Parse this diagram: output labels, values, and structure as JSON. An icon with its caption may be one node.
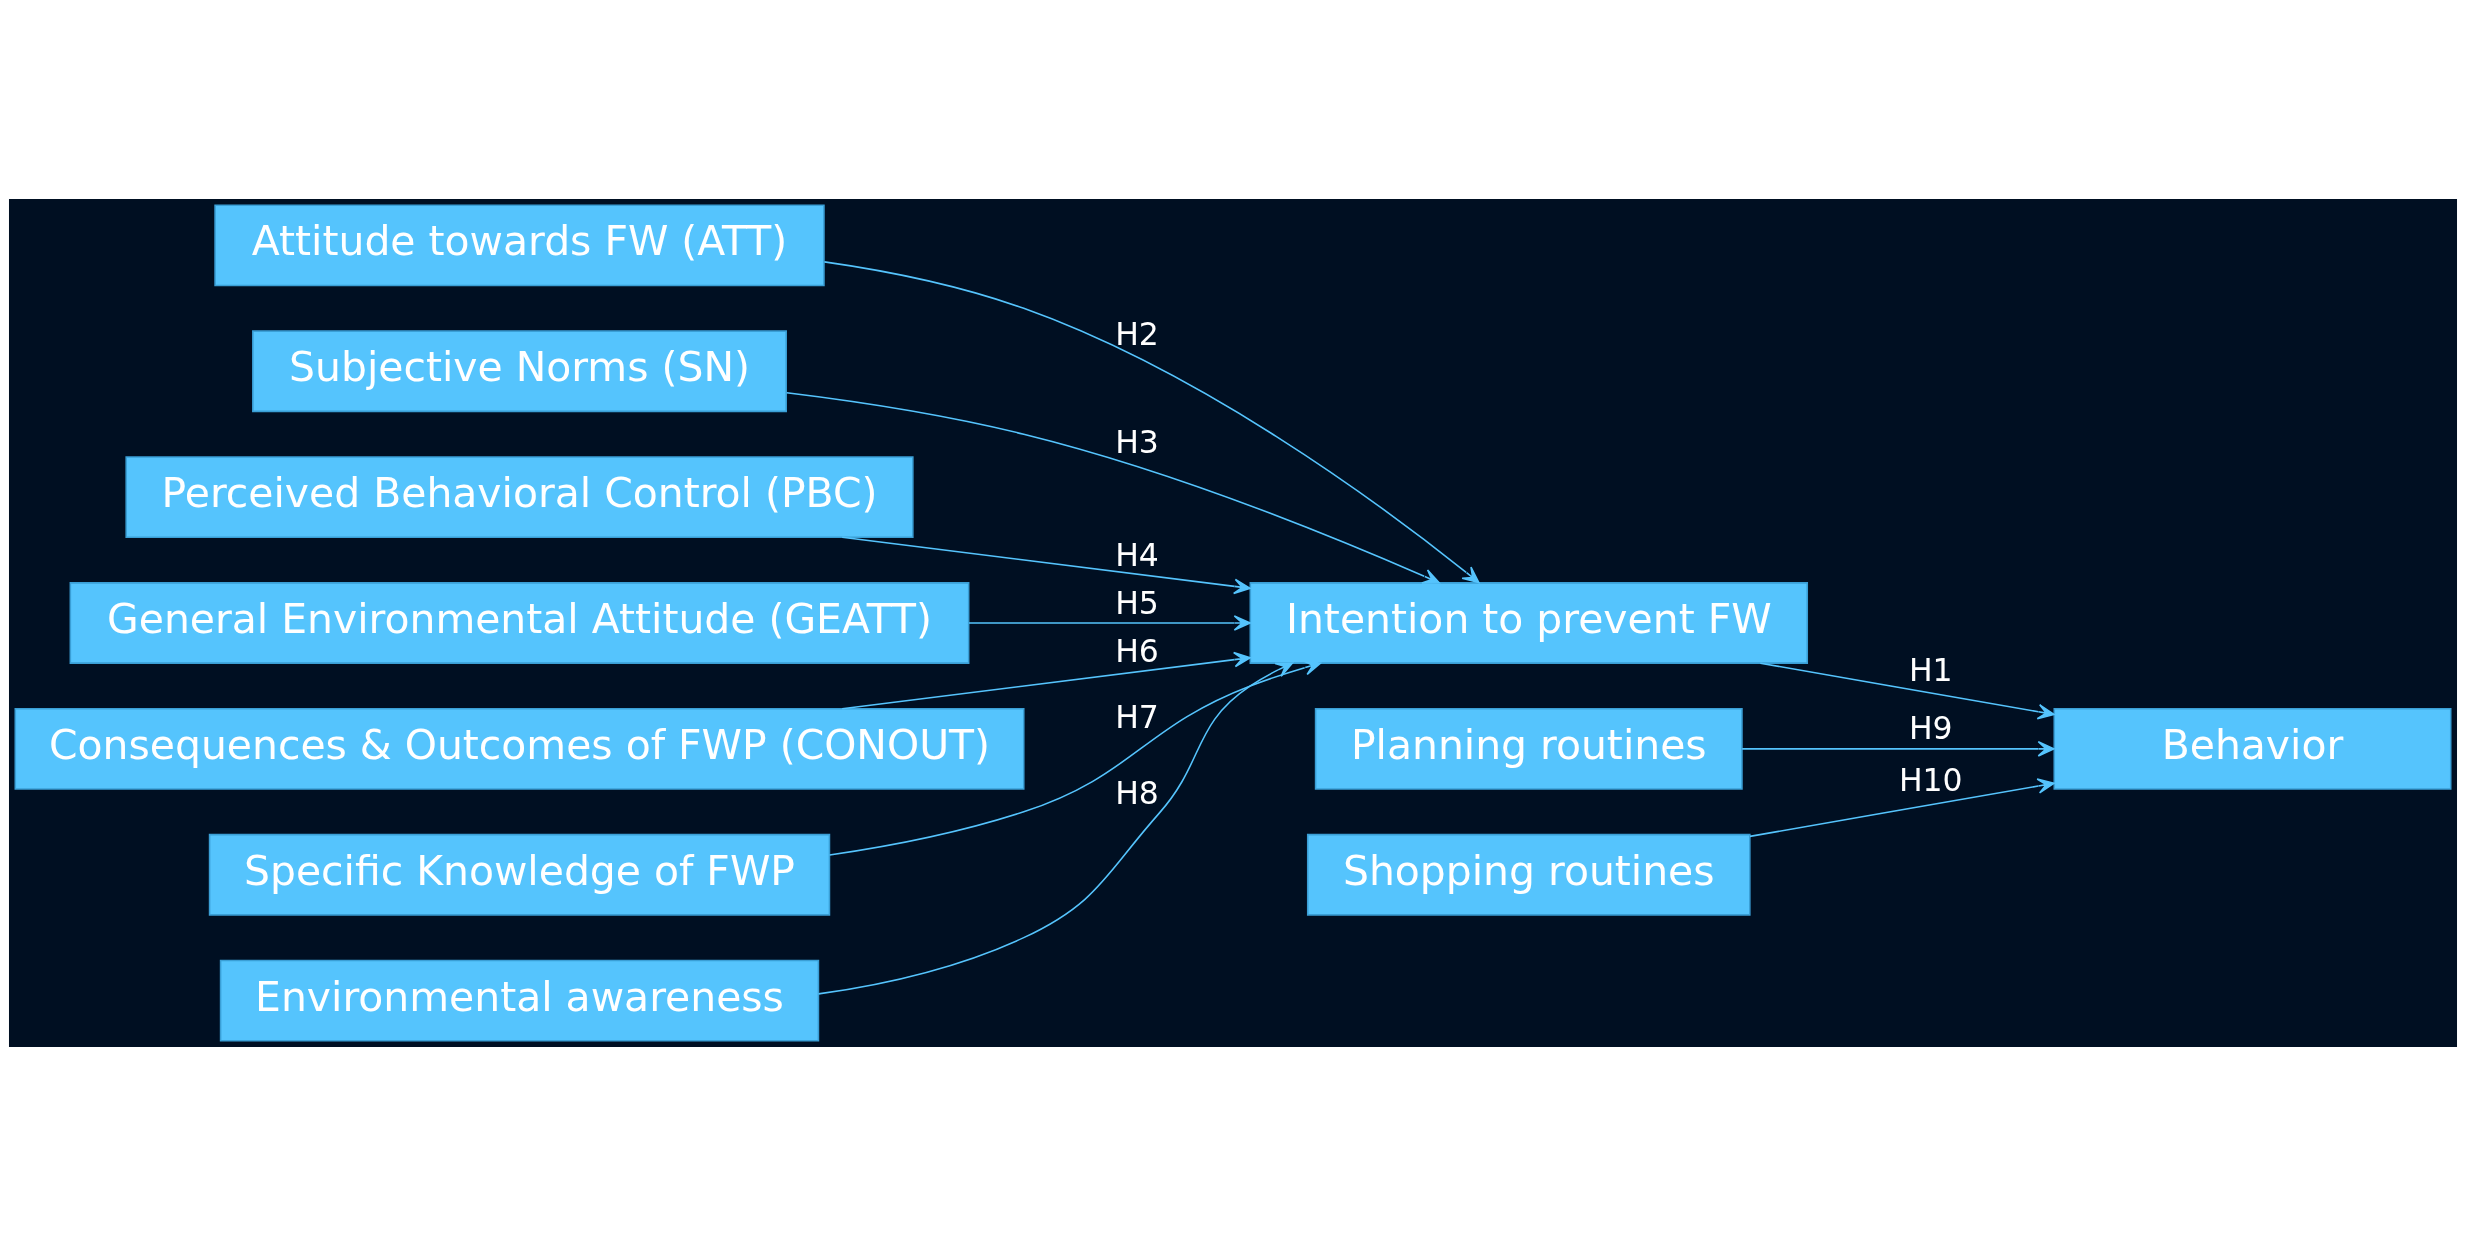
{
  "diagram": {
    "nodes": [
      {
        "text": [
          "Attitude towards FW (ATT)"
        ]
      },
      {
        "text": [
          "Subjective Norms (SN)"
        ]
      },
      {
        "text": [
          "Perceived Behavioral Control (PBC)"
        ]
      },
      {
        "text": [
          "General Environmental Attitude (GEATT)"
        ]
      },
      {
        "text": [
          "Consequences & Outcomes of FWP (CONOUT)"
        ]
      },
      {
        "text": [
          "Planning routines"
        ]
      },
      {
        "text": [
          "Shopping routines"
        ]
      },
      {
        "text": [
          "Intention to prevent FW"
        ]
      },
      {
        "text": [
          "Behavior"
        ]
      },
      {
        "text": [
          "Specific Knowledge of FWP"
        ]
      },
      {
        "text": [
          "Environmental awareness"
        ]
      }
    ],
    "edges": [
      {
        "from": 0,
        "to": 7,
        "arrow": "to",
        "label": "H2"
      },
      {
        "from": 1,
        "to": 7,
        "arrow": "to",
        "label": "H3"
      },
      {
        "from": 2,
        "to": 7,
        "arrow": "to",
        "label": "H4"
      },
      {
        "from": 3,
        "to": 7,
        "arrow": "to",
        "label": "H5"
      },
      {
        "from": 4,
        "to": 7,
        "arrow": "to",
        "label": "H6"
      },
      {
        "from": 7,
        "to": 8,
        "arrow": "to",
        "label": "H1"
      },
      {
        "from": 5,
        "to": 8,
        "arrow": "to",
        "label": "H9"
      },
      {
        "from": 6,
        "to": 8,
        "arrow": "to",
        "label": "H10"
      },
      {
        "from": 9,
        "to": 7,
        "arrow": "to",
        "label": "H7"
      },
      {
        "from": 10,
        "to": 7,
        "arrow": "to",
        "label": "H8"
      }
    ]
  }
}
